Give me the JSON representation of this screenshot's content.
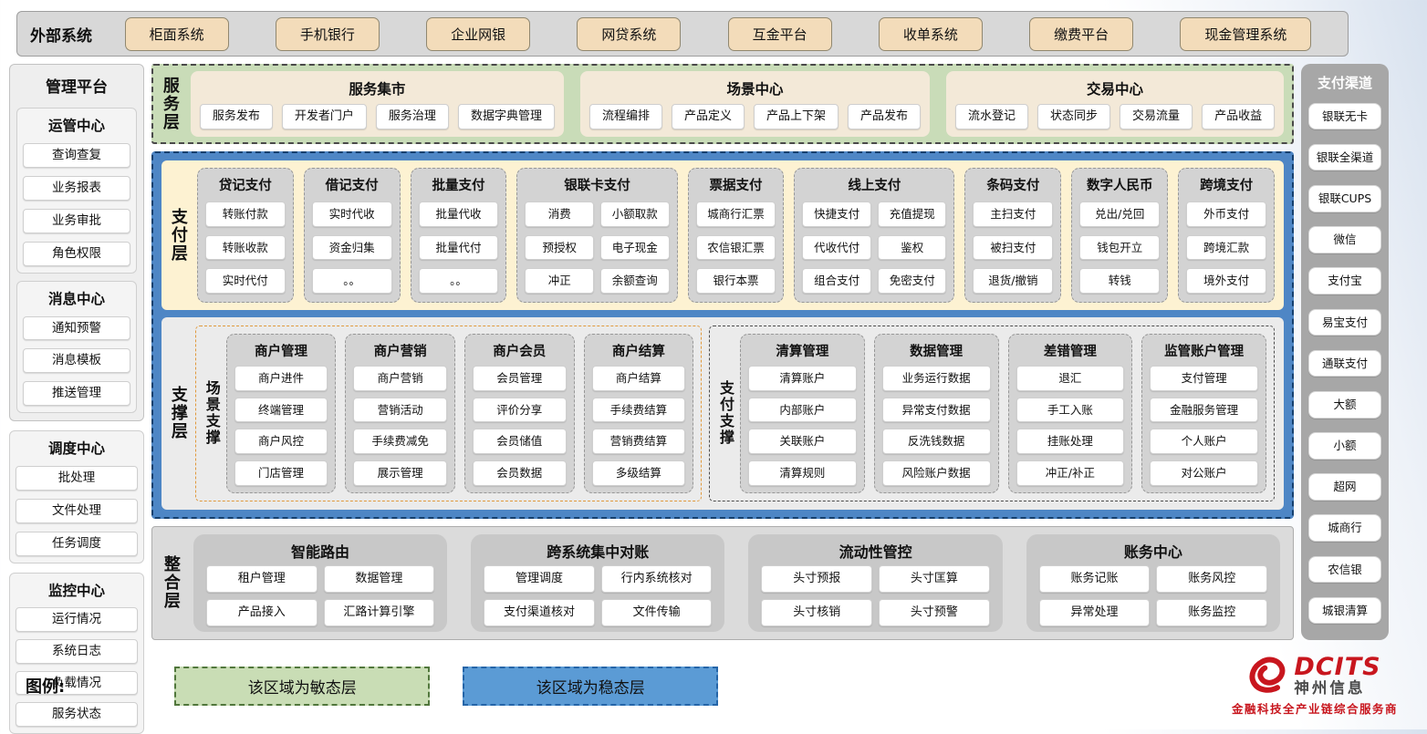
{
  "external_systems": {
    "label": "外部系统",
    "items": [
      "柜面系统",
      "手机银行",
      "企业网银",
      "网贷系统",
      "互金平台",
      "收单系统",
      "缴费平台",
      "现金管理系统"
    ]
  },
  "management": {
    "title": "管理平台",
    "groups": [
      {
        "title": "运管中心",
        "items": [
          "查询查复",
          "业务报表",
          "业务审批",
          "角色权限"
        ]
      },
      {
        "title": "消息中心",
        "items": [
          "通知预警",
          "消息模板",
          "推送管理"
        ]
      },
      {
        "title": "调度中心",
        "items": [
          "批处理",
          "文件处理",
          "任务调度"
        ]
      },
      {
        "title": "监控中心",
        "items": [
          "运行情况",
          "系统日志",
          "负载情况",
          "服务状态"
        ]
      }
    ]
  },
  "service_layer": {
    "label": "服务层",
    "sections": [
      {
        "title": "服务集市",
        "items": [
          "服务发布",
          "开发者门户",
          "服务治理",
          "数据字典管理"
        ]
      },
      {
        "title": "场景中心",
        "items": [
          "流程编排",
          "产品定义",
          "产品上下架",
          "产品发布"
        ]
      },
      {
        "title": "交易中心",
        "items": [
          "流水登记",
          "状态同步",
          "交易流量",
          "产品收益"
        ]
      }
    ]
  },
  "payment_layer": {
    "label": "支付层",
    "columns": [
      {
        "title": "贷记支付",
        "cols": 1,
        "items": [
          "转账付款",
          "转账收款",
          "实时代付"
        ]
      },
      {
        "title": "借记支付",
        "cols": 1,
        "items": [
          "实时代收",
          "资金归集",
          "。。"
        ]
      },
      {
        "title": "批量支付",
        "cols": 1,
        "items": [
          "批量代收",
          "批量代付",
          "。。"
        ]
      },
      {
        "title": "银联卡支付",
        "cols": 2,
        "items": [
          "消费",
          "小额取款",
          "预授权",
          "电子现金",
          "冲正",
          "余额查询"
        ]
      },
      {
        "title": "票据支付",
        "cols": 1,
        "items": [
          "城商行汇票",
          "农信银汇票",
          "银行本票"
        ]
      },
      {
        "title": "线上支付",
        "cols": 2,
        "items": [
          "快捷支付",
          "充值提现",
          "代收代付",
          "鉴权",
          "组合支付",
          "免密支付"
        ]
      },
      {
        "title": "条码支付",
        "cols": 1,
        "items": [
          "主扫支付",
          "被扫支付",
          "退货/撤销"
        ]
      },
      {
        "title": "数字人民币",
        "cols": 1,
        "items": [
          "兑出/兑回",
          "钱包开立",
          "转钱"
        ]
      },
      {
        "title": "跨境支付",
        "cols": 1,
        "items": [
          "外币支付",
          "跨境汇款",
          "境外支付"
        ]
      }
    ]
  },
  "support_layer": {
    "label": "支撑层",
    "groups": [
      {
        "label": "场景支撑",
        "style": "orange",
        "columns": [
          {
            "title": "商户管理",
            "items": [
              "商户进件",
              "终端管理",
              "商户风控",
              "门店管理"
            ]
          },
          {
            "title": "商户营销",
            "items": [
              "商户营销",
              "营销活动",
              "手续费减免",
              "展示管理"
            ]
          },
          {
            "title": "商户会员",
            "items": [
              "会员管理",
              "评价分享",
              "会员储值",
              "会员数据"
            ]
          },
          {
            "title": "商户结算",
            "items": [
              "商户结算",
              "手续费结算",
              "营销费结算",
              "多级结算"
            ]
          }
        ]
      },
      {
        "label": "支付支撑",
        "style": "dark",
        "columns": [
          {
            "title": "清算管理",
            "items": [
              "清算账户",
              "内部账户",
              "关联账户",
              "清算规则"
            ]
          },
          {
            "title": "数据管理",
            "items": [
              "业务运行数据",
              "异常支付数据",
              "反洗钱数据",
              "风险账户数据"
            ]
          },
          {
            "title": "差错管理",
            "items": [
              "退汇",
              "手工入账",
              "挂账处理",
              "冲正/补正"
            ]
          },
          {
            "title": "监管账户管理",
            "items": [
              "支付管理",
              "金融服务管理",
              "个人账户",
              "对公账户"
            ]
          }
        ]
      }
    ]
  },
  "integration_layer": {
    "label": "整合层",
    "sections": [
      {
        "title": "智能路由",
        "items": [
          "租户管理",
          "数据管理",
          "产品接入",
          "汇路计算引擎"
        ]
      },
      {
        "title": "跨系统集中对账",
        "items": [
          "管理调度",
          "行内系统核对",
          "支付渠道核对",
          "文件传输"
        ]
      },
      {
        "title": "流动性管控",
        "items": [
          "头寸预报",
          "头寸匡算",
          "头寸核销",
          "头寸预警"
        ]
      },
      {
        "title": "账务中心",
        "items": [
          "账务记账",
          "账务风控",
          "异常处理",
          "账务监控"
        ]
      }
    ]
  },
  "channels": {
    "title": "支付渠道",
    "items": [
      "银联无卡",
      "银联全渠道",
      "银联CUPS",
      "微信",
      "支付宝",
      "易宝支付",
      "通联支付",
      "大额",
      "小额",
      "超网",
      "城商行",
      "农信银",
      "城银清算"
    ]
  },
  "legend": {
    "label": "图例:",
    "agile": "该区域为敏态层",
    "stable": "该区域为稳态层"
  },
  "logo": {
    "brand": "DCITS",
    "company": "神州信息",
    "tagline": "金融科技全产业链综合服务商"
  },
  "colors": {
    "agile_green": "#c9dcb8",
    "stable_blue": "#4e86c5",
    "payment_cream": "#fdf2d2",
    "node_gray": "#d3d3d3",
    "beige_button": "#f3dcba",
    "channel_gray": "#a7a7a7",
    "brand_red": "#c8161e",
    "scene_support_border": "#e0993c"
  }
}
